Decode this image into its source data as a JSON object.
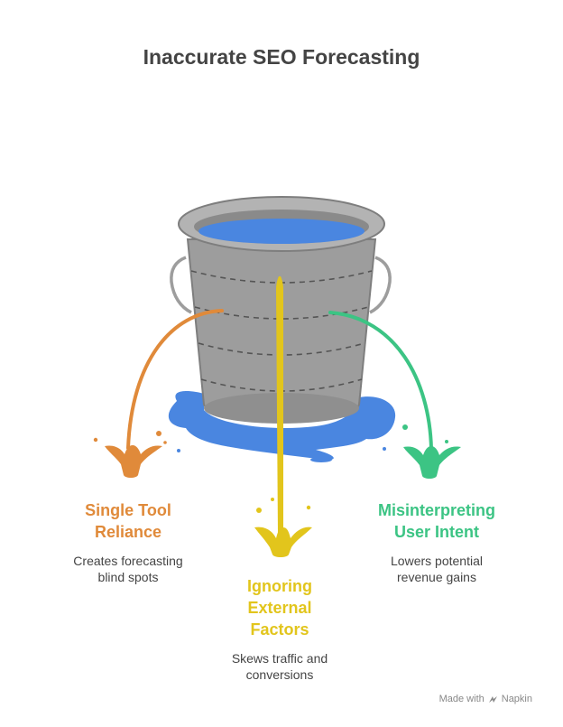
{
  "title": "Inaccurate SEO Forecasting",
  "colors": {
    "orange": "#e08a3a",
    "yellow": "#e2c51c",
    "green": "#3cc484",
    "water": "#4a86e0",
    "bucket": "#9d9d9d",
    "bucket_dark": "#7e7e7e",
    "text": "#444444"
  },
  "items": [
    {
      "label": "Single Tool\nReliance",
      "description": "Creates forecasting\nblind spots",
      "color": "#e08a3a"
    },
    {
      "label": "Ignoring\nExternal\nFactors",
      "description": "Skews traffic and\nconversions",
      "color": "#e2c51c"
    },
    {
      "label": "Misinterpreting\nUser Intent",
      "description": "Lowers potential\nrevenue gains",
      "color": "#3cc484"
    }
  ],
  "credit": {
    "text": "Made with",
    "brand": "Napkin",
    "icon": "napkin-logo-icon"
  }
}
